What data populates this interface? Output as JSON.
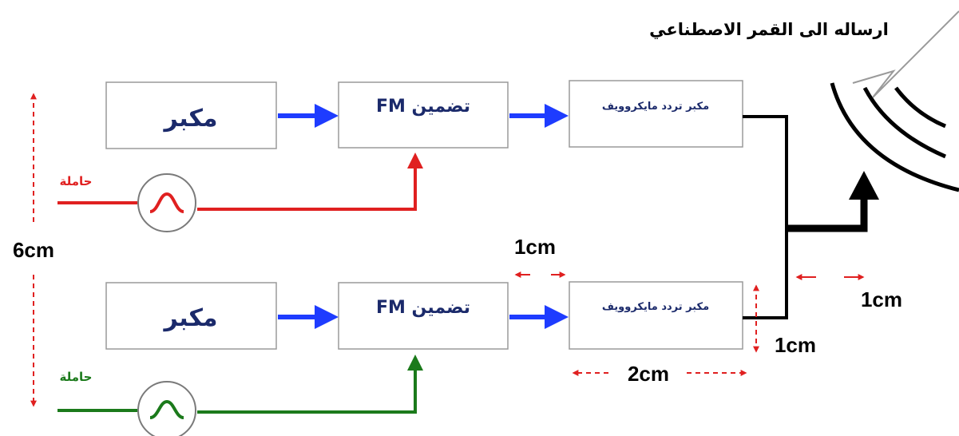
{
  "satellite_label": "ارساله الى القمر الاصطناعي",
  "chain_top": {
    "amplifier": "مكبر",
    "fm_modulation": "تضمين FM",
    "microwave_amp": "مكبر تردد مايكروويف",
    "carrier_label": "حاملة"
  },
  "chain_bottom": {
    "amplifier": "مكبر",
    "fm_modulation": "تضمين FM",
    "microwave_amp": "مكبر تردد مايكروويف",
    "carrier_label": "حاملة"
  },
  "dimensions": {
    "height_total": "6cm",
    "gap_horizontal": "1cm",
    "output_gap": "1cm",
    "block_height": "1cm",
    "block_width": "2cm"
  },
  "colors": {
    "signal_arrow": "#1e3cff",
    "carrier_top": "#e02020",
    "carrier_bottom": "#1b7a1b",
    "dimension": "#e02020",
    "block_text": "#1b2a6b"
  }
}
